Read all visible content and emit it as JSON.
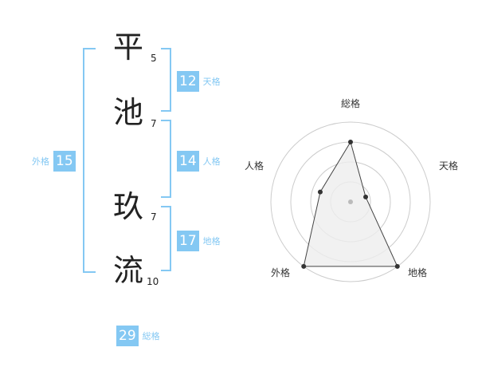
{
  "characters": [
    {
      "char": "平",
      "strokes": "5"
    },
    {
      "char": "池",
      "strokes": "7"
    },
    {
      "char": "玖",
      "strokes": "7"
    },
    {
      "char": "流",
      "strokes": "10"
    }
  ],
  "scores": {
    "tenkaku": {
      "value": "12",
      "label": "天格"
    },
    "jinkaku": {
      "value": "14",
      "label": "人格"
    },
    "chikaku": {
      "value": "17",
      "label": "地格"
    },
    "gaikaku": {
      "value": "15",
      "label": "外格"
    },
    "soukaku": {
      "value": "29",
      "label": "総格"
    }
  },
  "radar": {
    "axes": [
      "総格",
      "天格",
      "地格",
      "外格",
      "人格"
    ],
    "levels": [
      0.75,
      0.2,
      1.0,
      1.0,
      0.4
    ],
    "colors": {
      "grid": "#cccccc",
      "fill": "#eeeeee",
      "line": "#444444",
      "point": "#333333",
      "center": "#bbbbbb"
    }
  },
  "colors": {
    "accent": "#84c8f3",
    "text": "#222222"
  }
}
